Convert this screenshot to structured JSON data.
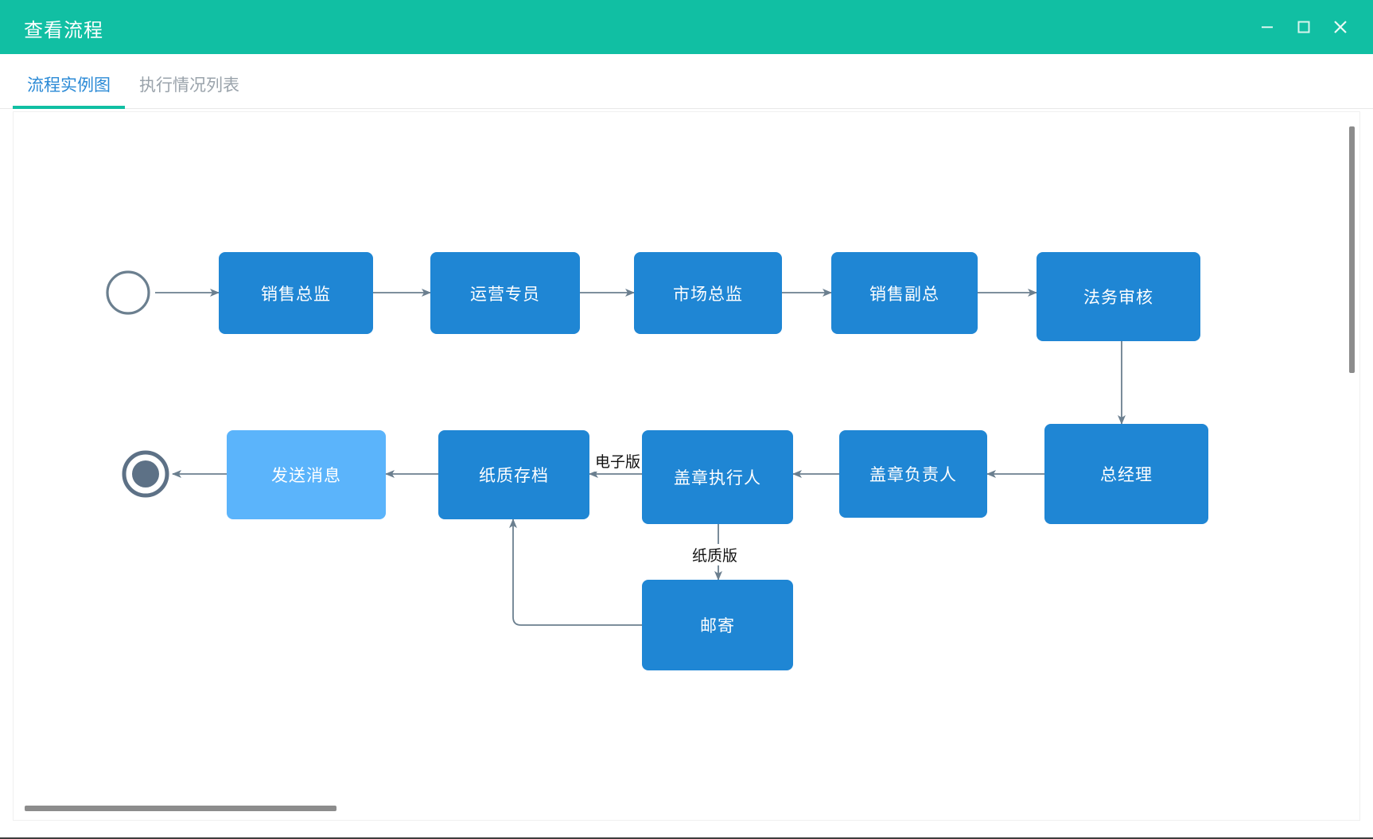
{
  "window": {
    "title": "查看流程",
    "controls": [
      {
        "name": "minimize",
        "glyph": "minimize-icon"
      },
      {
        "name": "maximize",
        "glyph": "maximize-icon"
      },
      {
        "name": "close",
        "glyph": "close-icon"
      }
    ],
    "accent_color": "#11bfa3"
  },
  "tabs": [
    {
      "label": "流程实例图",
      "active": true
    },
    {
      "label": "执行情况列表",
      "active": false
    }
  ],
  "diagram": {
    "type": "flowchart",
    "node_color": "#1f86d4",
    "message_node_color": "#5bb4fb",
    "edge_color": "#6b7f8f",
    "start_node": {
      "name": "start-event",
      "shape": "circle-outline"
    },
    "end_node": {
      "name": "end-event",
      "shape": "circle-filled-ring"
    },
    "nodes": [
      {
        "id": "n1",
        "label": "销售总监",
        "type": "task"
      },
      {
        "id": "n2",
        "label": "运营专员",
        "type": "task"
      },
      {
        "id": "n3",
        "label": "市场总监",
        "type": "task"
      },
      {
        "id": "n4",
        "label": "销售副总",
        "type": "task"
      },
      {
        "id": "n5",
        "label": "法务审核",
        "type": "task"
      },
      {
        "id": "n6",
        "label": "总经理",
        "type": "task"
      },
      {
        "id": "n7",
        "label": "盖章负责人",
        "type": "task"
      },
      {
        "id": "n8",
        "label": "盖章执行人",
        "type": "task"
      },
      {
        "id": "n9",
        "label": "纸质存档",
        "type": "task"
      },
      {
        "id": "n10",
        "label": "发送消息",
        "type": "message"
      },
      {
        "id": "n11",
        "label": "邮寄",
        "type": "task"
      }
    ],
    "edges": [
      {
        "from": "start",
        "to": "n1",
        "label": ""
      },
      {
        "from": "n1",
        "to": "n2",
        "label": ""
      },
      {
        "from": "n2",
        "to": "n3",
        "label": ""
      },
      {
        "from": "n3",
        "to": "n4",
        "label": ""
      },
      {
        "from": "n4",
        "to": "n5",
        "label": ""
      },
      {
        "from": "n5",
        "to": "n6",
        "label": ""
      },
      {
        "from": "n6",
        "to": "n7",
        "label": ""
      },
      {
        "from": "n7",
        "to": "n8",
        "label": ""
      },
      {
        "from": "n8",
        "to": "n9",
        "label": "电子版"
      },
      {
        "from": "n8",
        "to": "n11",
        "label": "纸质版"
      },
      {
        "from": "n11",
        "to": "n9",
        "label": ""
      },
      {
        "from": "n9",
        "to": "n10",
        "label": ""
      },
      {
        "from": "n10",
        "to": "end",
        "label": ""
      }
    ],
    "edge_labels": [
      {
        "id": "l1",
        "text": "电子版"
      },
      {
        "id": "l2",
        "text": "纸质版"
      }
    ]
  },
  "scrollbars": {
    "vertical": {
      "name": "vertical-scrollbar"
    },
    "horizontal": {
      "name": "horizontal-scrollbar"
    }
  }
}
